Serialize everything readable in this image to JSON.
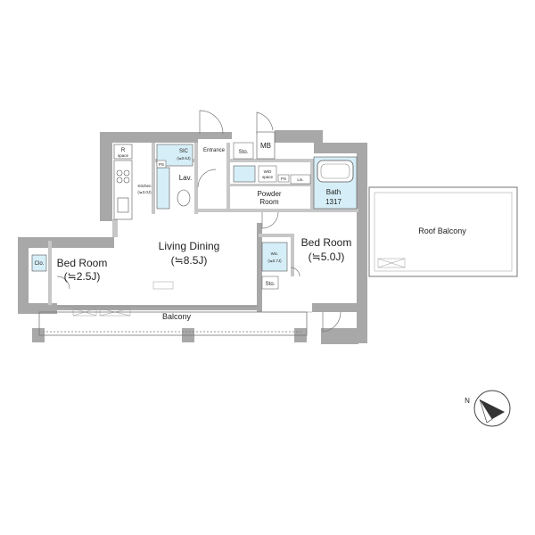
{
  "rooms": {
    "living_dining": {
      "name": "Living Dining",
      "area": "(≒8.5J)"
    },
    "bed_room_left": {
      "name": "Bed Room",
      "area": "(≒2.5J)"
    },
    "bed_room_right": {
      "name": "Bed Room",
      "area": "(≒5.0J)"
    },
    "kitchen": {
      "name": "Kitchen",
      "area": "(≒3.0J)"
    },
    "sic": {
      "name": "SIC",
      "area": "(≒0.6J)"
    },
    "wic": {
      "name": "Wic.",
      "area": "(≒0.7J)"
    },
    "powder_room": {
      "line1": "Powder",
      "line2": "Room"
    },
    "bath": {
      "name": "Bath",
      "size": "1317"
    },
    "entrance": "Entrance",
    "lav": "Lav.",
    "mb": "MB",
    "sto_entrance": "Sto.",
    "sto_bed": "Sto.",
    "clo": "Clo.",
    "lin": "Lin.",
    "wd": {
      "line1": "W/D",
      "line2": "space"
    },
    "ps1": "PS",
    "ps2": "PS",
    "r": {
      "line1": "R",
      "line2": "space"
    }
  },
  "outdoor": {
    "balcony": "Balcony",
    "roof_balcony": "Roof Balcony"
  },
  "compass": {
    "north_label": "N"
  },
  "colors": {
    "wall": "#a8a8a8",
    "wall_light": "#c7c7c7",
    "wet_area": "#d6eef7",
    "line": "#555555",
    "door": "#777777"
  }
}
